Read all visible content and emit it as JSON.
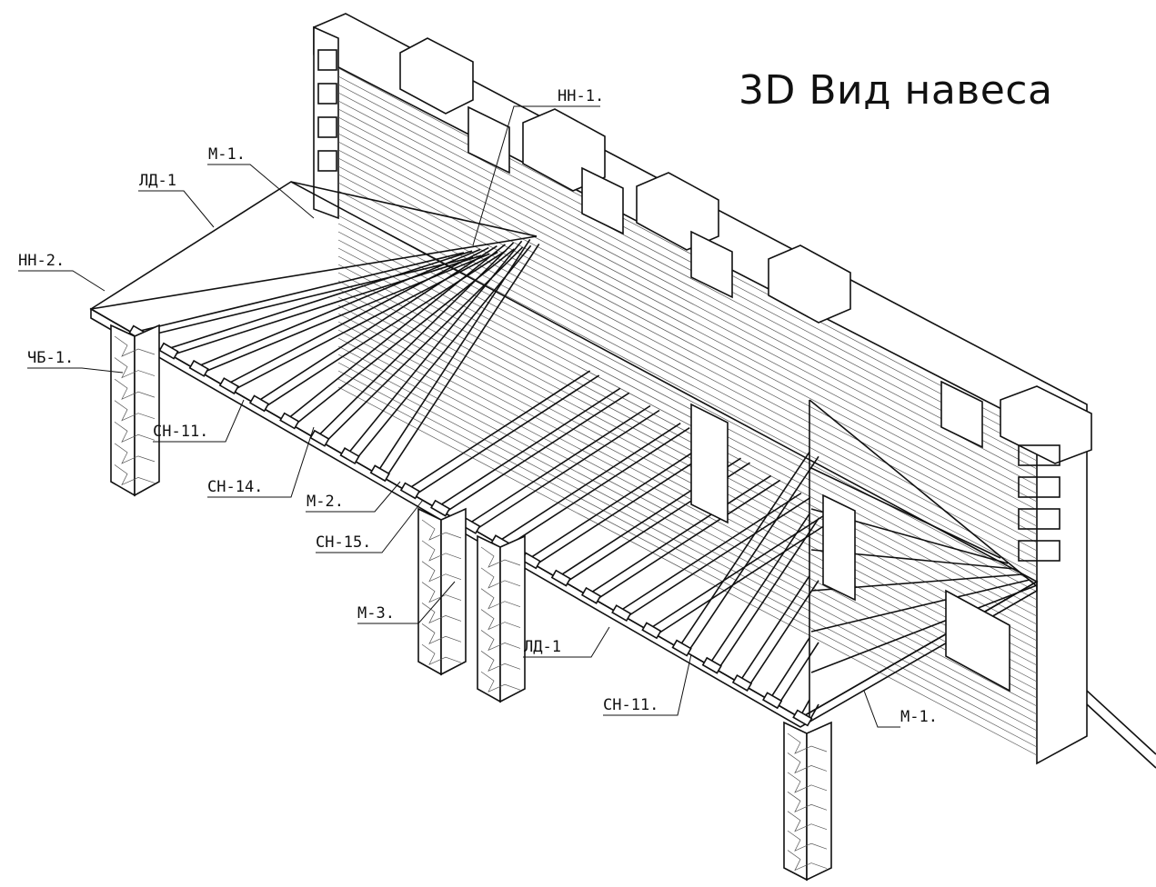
{
  "drawing": {
    "title": "3D Вид навеса",
    "labels": [
      {
        "id": "nn1",
        "text": "НН-1."
      },
      {
        "id": "m1_top",
        "text": "М-1."
      },
      {
        "id": "ld1_top",
        "text": "ЛД-1"
      },
      {
        "id": "nn2",
        "text": "НН-2."
      },
      {
        "id": "chb1",
        "text": "ЧБ-1."
      },
      {
        "id": "sn11_left",
        "text": "СН-11."
      },
      {
        "id": "sn14",
        "text": "СН-14."
      },
      {
        "id": "m2",
        "text": "М-2."
      },
      {
        "id": "sn15",
        "text": "СН-15."
      },
      {
        "id": "m3",
        "text": "М-3."
      },
      {
        "id": "ld1_bottom",
        "text": "ЛД-1"
      },
      {
        "id": "sn11_bottom",
        "text": "СН-11."
      },
      {
        "id": "m1_bottom",
        "text": "М-1."
      }
    ]
  }
}
